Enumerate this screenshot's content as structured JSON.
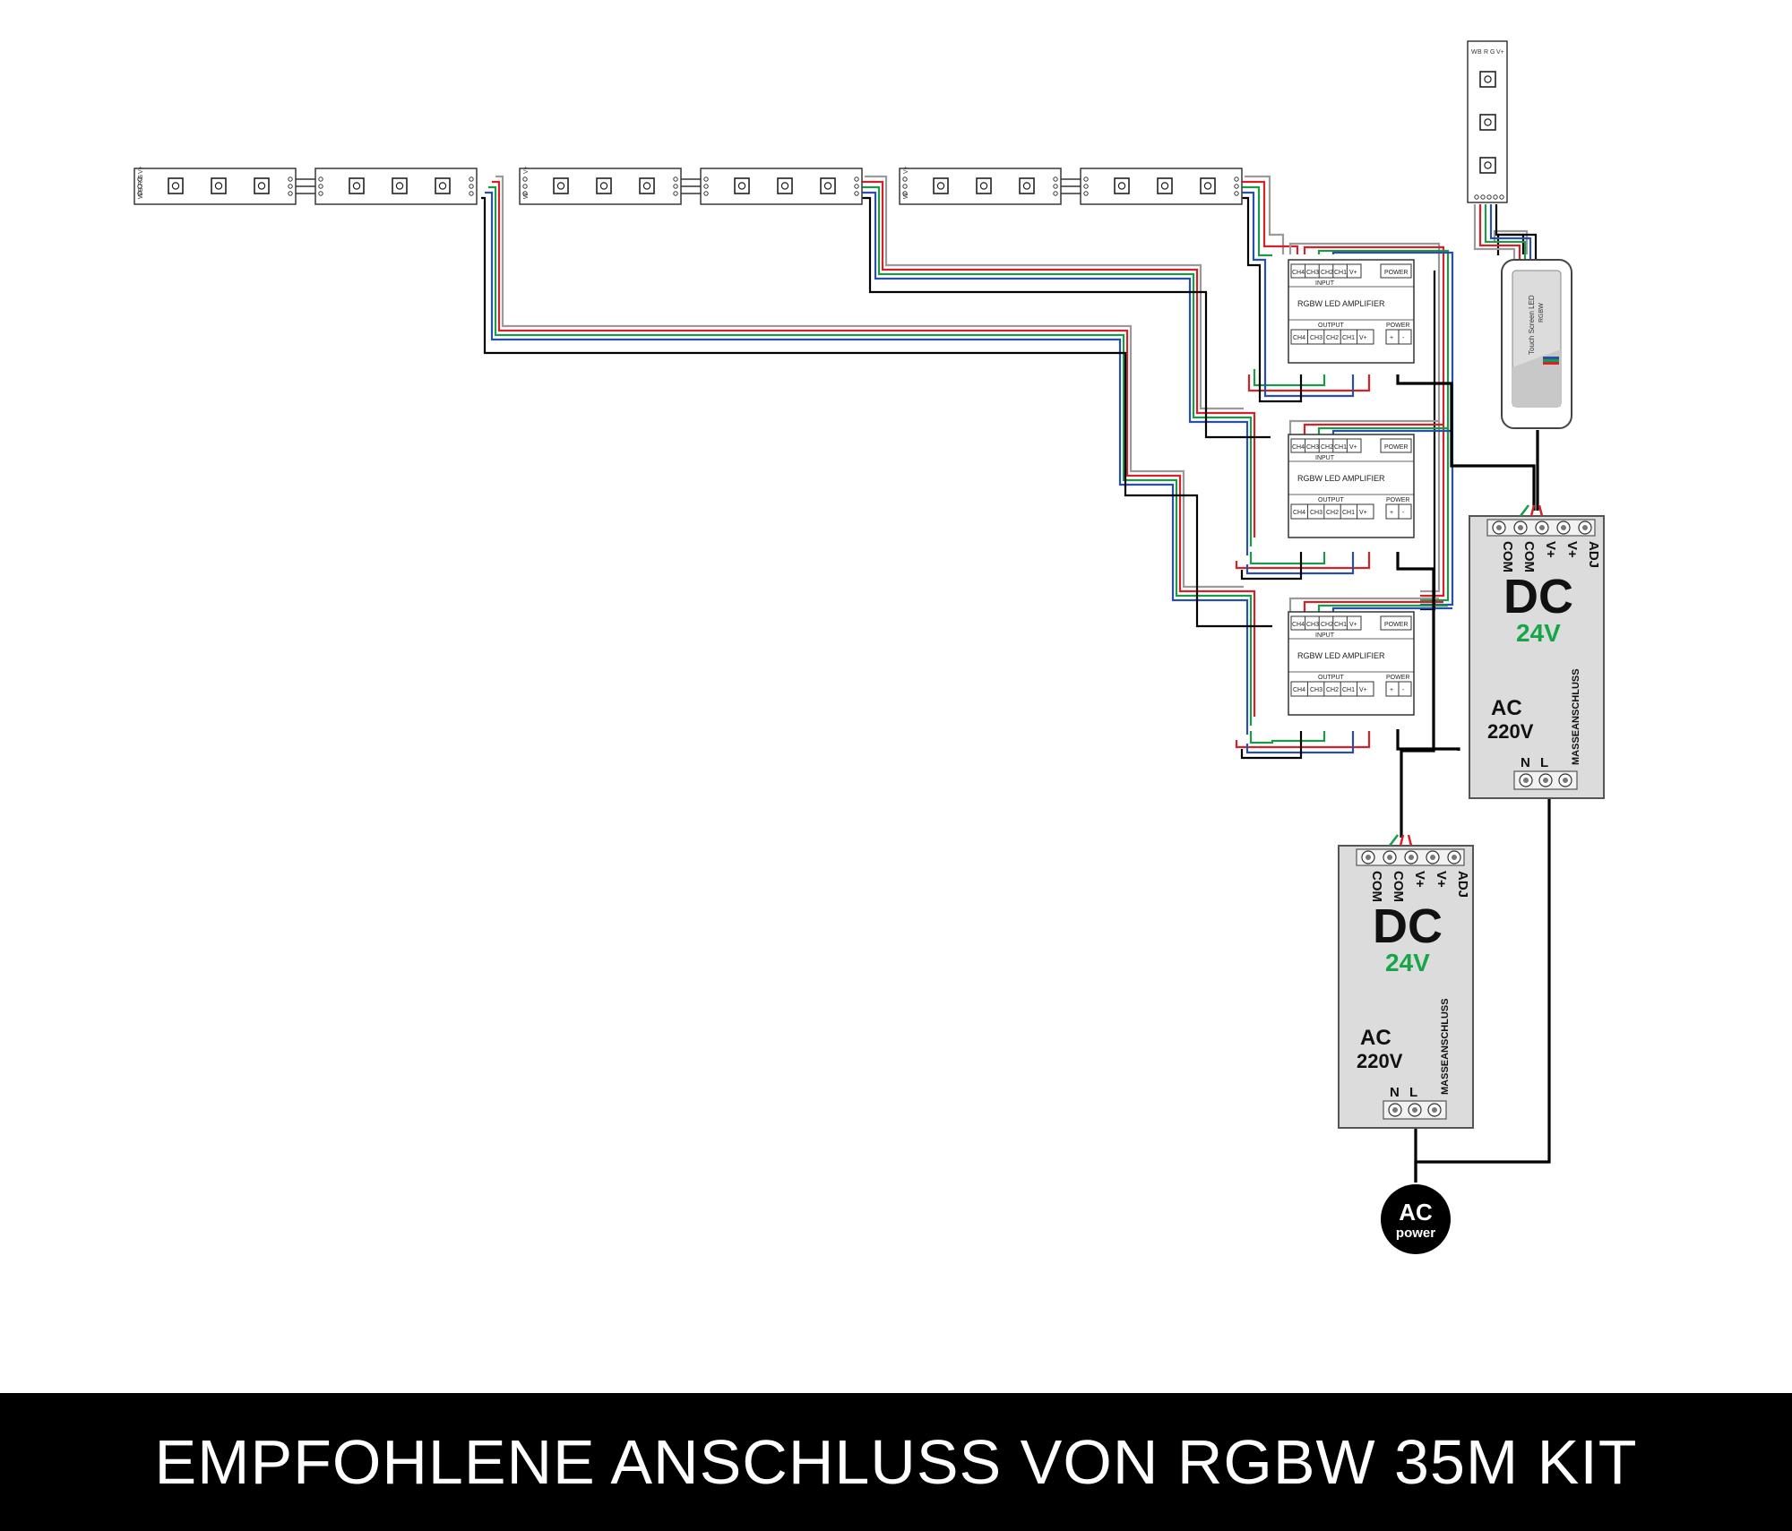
{
  "colors": {
    "wire_red": "#d2232a",
    "wire_green": "#1a9a4a",
    "wire_blue": "#2b4fa8",
    "wire_grey": "#9a9a9a",
    "wire_black": "#000000",
    "psu_body": "#dcdcdc",
    "psu_accent": "#17a54a",
    "banner": "#000000"
  },
  "strip": {
    "pin_labels": [
      "W",
      "B",
      "R",
      "G",
      "V+"
    ],
    "icon": "led-chip-icon"
  },
  "amplifier": {
    "input_terminals": [
      "CH4",
      "CH3",
      "CH2",
      "CH1",
      "V+"
    ],
    "input_label": "INPUT",
    "power_in_label": "POWER",
    "title": "RGBW LED AMPLIFIER",
    "output_label": "OUTPUT",
    "output_power_label": "POWER",
    "output_terminals": [
      "CH4",
      "CH3",
      "CH2",
      "CH1",
      "V+"
    ],
    "power_terminals": [
      "+",
      "-"
    ]
  },
  "controller": {
    "text_line1": "Touch Screen LED",
    "text_line2": "RGBW"
  },
  "psu": {
    "dc_terminals": [
      "COM",
      "COM",
      "V+",
      "V+",
      "ADJ"
    ],
    "dc_label": "DC",
    "dc_voltage": "24V",
    "ac_label": "AC",
    "ac_voltage": "220V",
    "ground_label": "MASSEANSCHLUSS",
    "ac_terminals": [
      "N",
      "L"
    ]
  },
  "ac_source": {
    "line1": "AC",
    "line2": "power"
  },
  "footer": {
    "title": "EMPFOHLENE ANSCHLUSS VON RGBW 35M KIT"
  }
}
